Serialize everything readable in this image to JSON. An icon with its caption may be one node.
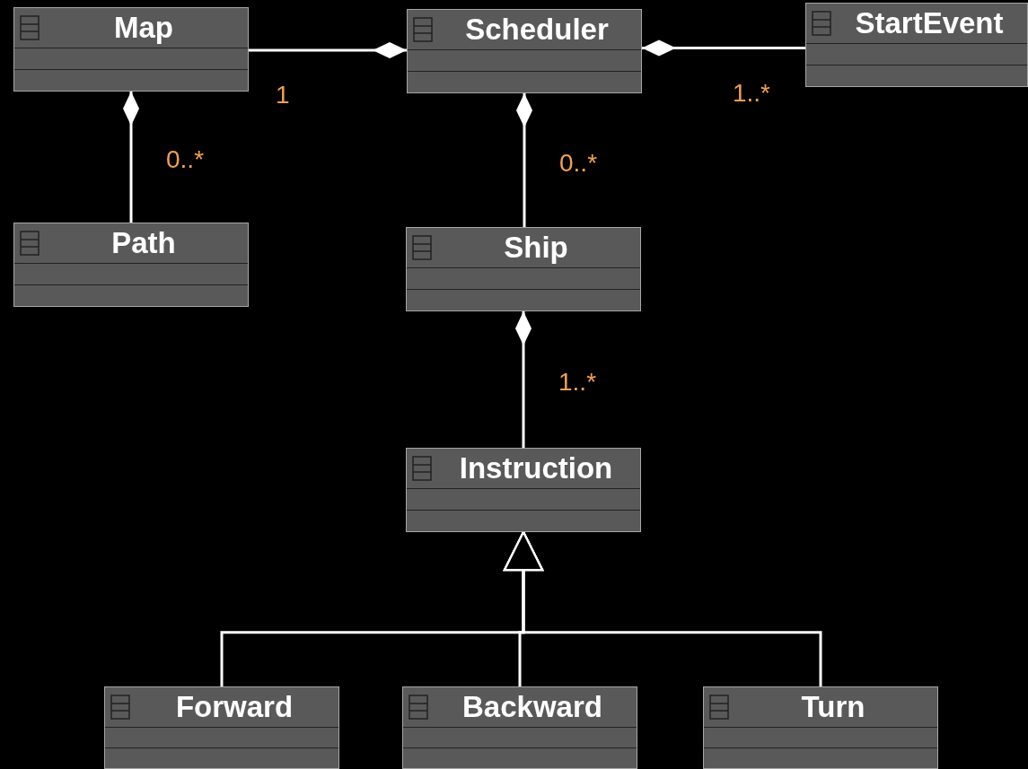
{
  "diagram": {
    "nodes": [
      {
        "text": [
          "Map"
        ]
      },
      {
        "text": [
          "Scheduler"
        ]
      },
      {
        "text": [
          "StartEvent"
        ]
      },
      {
        "text": [
          "Path"
        ]
      },
      {
        "text": [
          "Ship"
        ]
      },
      {
        "text": [
          "Instruction"
        ]
      },
      {
        "text": [
          "Forward"
        ]
      },
      {
        "text": [
          "Backward"
        ]
      },
      {
        "text": [
          "Turn"
        ]
      }
    ],
    "edges": [
      {
        "from": 0,
        "to": 1,
        "arrow": "other",
        "label": "1"
      },
      {
        "from": 2,
        "to": 1,
        "arrow": "other",
        "label": "1..*"
      },
      {
        "from": 3,
        "to": 0,
        "arrow": "other",
        "label": "0..*"
      },
      {
        "from": 4,
        "to": 1,
        "arrow": "other",
        "label": "0..*"
      },
      {
        "from": 5,
        "to": 4,
        "arrow": "other",
        "label": "1..*"
      },
      {
        "from": 6,
        "to": 5,
        "arrow": "to"
      },
      {
        "from": 7,
        "to": 5,
        "arrow": "to"
      },
      {
        "from": 8,
        "to": 5,
        "arrow": "to"
      }
    ]
  }
}
